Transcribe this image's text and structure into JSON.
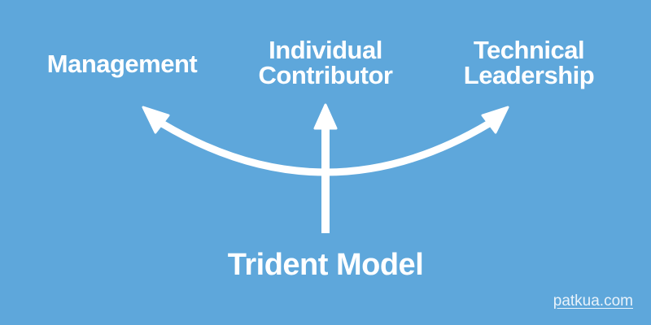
{
  "colors": {
    "background": "#5EA7DB",
    "foreground": "#FFFFFF",
    "link": "#E9F3FB"
  },
  "diagram": {
    "title": "Trident Model",
    "labels": {
      "management": {
        "lines": [
          "Management"
        ]
      },
      "individual_contributor": {
        "lines": [
          "Individual",
          "Contributor"
        ]
      },
      "technical_leadership": {
        "lines": [
          "Technical",
          "Leadership"
        ]
      }
    },
    "icons": {
      "curved_double_arrow": "curved-double-headed-arrow",
      "vertical_arrow": "up-arrow"
    }
  },
  "footer": {
    "link_label": "patkua.com"
  }
}
